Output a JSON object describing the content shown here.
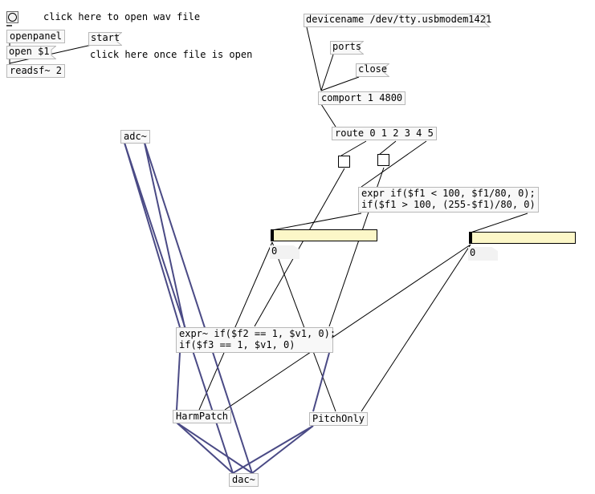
{
  "patch": {
    "comments": {
      "open_wav": "click here to open wav file",
      "file_open": "click here once file is open"
    },
    "objects": {
      "openpanel": "openpanel",
      "readsf": "readsf~ 2",
      "comport": "comport 1 4800",
      "route": "route 0 1 2 3 4 5",
      "expr_ctl": "expr if($f1 < 100, $f1/80, 0);\nif($f1 > 100, (255-$f1)/80, 0)",
      "adc": "adc~",
      "expr_sig": "expr~ if($f2 == 1, $v1, 0);\nif($f3 == 1, $v1, 0)",
      "harmpatch": "HarmPatch",
      "pitchonly": "PitchOnly",
      "dac": "dac~"
    },
    "messages": {
      "start": "start",
      "open": "open $1",
      "devicename": "devicename /dev/tty.usbmodem1421",
      "ports": "ports",
      "close": "close"
    },
    "numbers": {
      "num_left": "0",
      "num_right": "0"
    },
    "sliders": {
      "slider_left_value": 0,
      "slider_right_value": 0
    },
    "colors": {
      "slider_bg": "#fcf7c8",
      "signal_cord": "#4a4a85",
      "control_cord": "#000000",
      "box_border": "#b8b8b8"
    }
  }
}
